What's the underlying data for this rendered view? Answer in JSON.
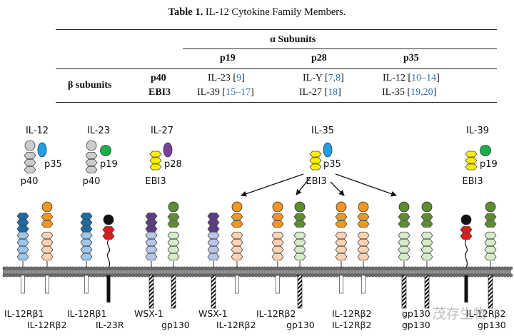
{
  "caption": {
    "label": "Table 1.",
    "title": "IL-12 Cytokine Family Members."
  },
  "table": {
    "alpha_header": "α Subunits",
    "beta_header": "β subunits",
    "alpha_cols": [
      "p19",
      "p28",
      "p35"
    ],
    "beta_rows": [
      "p40",
      "EBI3"
    ],
    "cells": [
      [
        {
          "name": "IL-23",
          "refs": "9"
        },
        {
          "name": "IL-Y",
          "refs": "7,8"
        },
        {
          "name": "IL-12",
          "refs": "10–14"
        }
      ],
      [
        {
          "name": "IL-39",
          "refs": "15–17"
        },
        {
          "name": "IL-27",
          "refs": "18"
        },
        {
          "name": "IL-35",
          "refs": "19,20"
        }
      ]
    ]
  },
  "cytokines": [
    {
      "name": "IL-12",
      "beta": "p40",
      "alpha": "p35",
      "alpha_color": "#1ea0e6"
    },
    {
      "name": "IL-23",
      "beta": "p40",
      "alpha": "p19",
      "alpha_color": "#19b04a"
    },
    {
      "name": "IL-27",
      "beta": "EBI3",
      "alpha": "p28",
      "alpha_color": "#7b3fa0"
    },
    {
      "name": "IL-35",
      "beta": "EBI3",
      "alpha": "p35",
      "alpha_color": "#1ea0e6"
    },
    {
      "name": "IL-39",
      "beta": "EBI3",
      "alpha": "p19",
      "alpha_color": "#19b04a"
    }
  ],
  "receptors": [
    {
      "labels": [
        "IL-12Rβ1",
        "IL-12Rβ2"
      ]
    },
    {
      "labels": [
        "IL-12Rβ1",
        "IL-23R"
      ]
    },
    {
      "labels": [
        "WSX-1",
        "gp130"
      ]
    },
    {
      "labels": [
        "WSX-1",
        "IL-12Rβ2"
      ]
    },
    {
      "labels": [
        "IL-12Rβ2",
        "gp130"
      ]
    },
    {
      "labels": [
        "IL-12Rβ2",
        "IL-12Rβ2"
      ]
    },
    {
      "labels": [
        "gp130",
        "gp130"
      ]
    },
    {
      "labels": [
        "IL-12Rβ2",
        "gp130"
      ]
    }
  ],
  "watermark": "茂存生物",
  "colors": {
    "p40": "#cccccc",
    "ebi3": "#ffee00",
    "il12rb1": "#1f6aa0",
    "il12rb1_light": "#9ec6e8",
    "il12rb2": "#f5961e",
    "il12rb2_light": "#fbd2b4",
    "wsx1": "#5b3e86",
    "wsx1_light": "#b8c6e6",
    "gp130": "#5e8c31",
    "gp130_light": "#d6ebc9",
    "il23r": "#e31a1c",
    "ref": "#2f6fb0"
  }
}
